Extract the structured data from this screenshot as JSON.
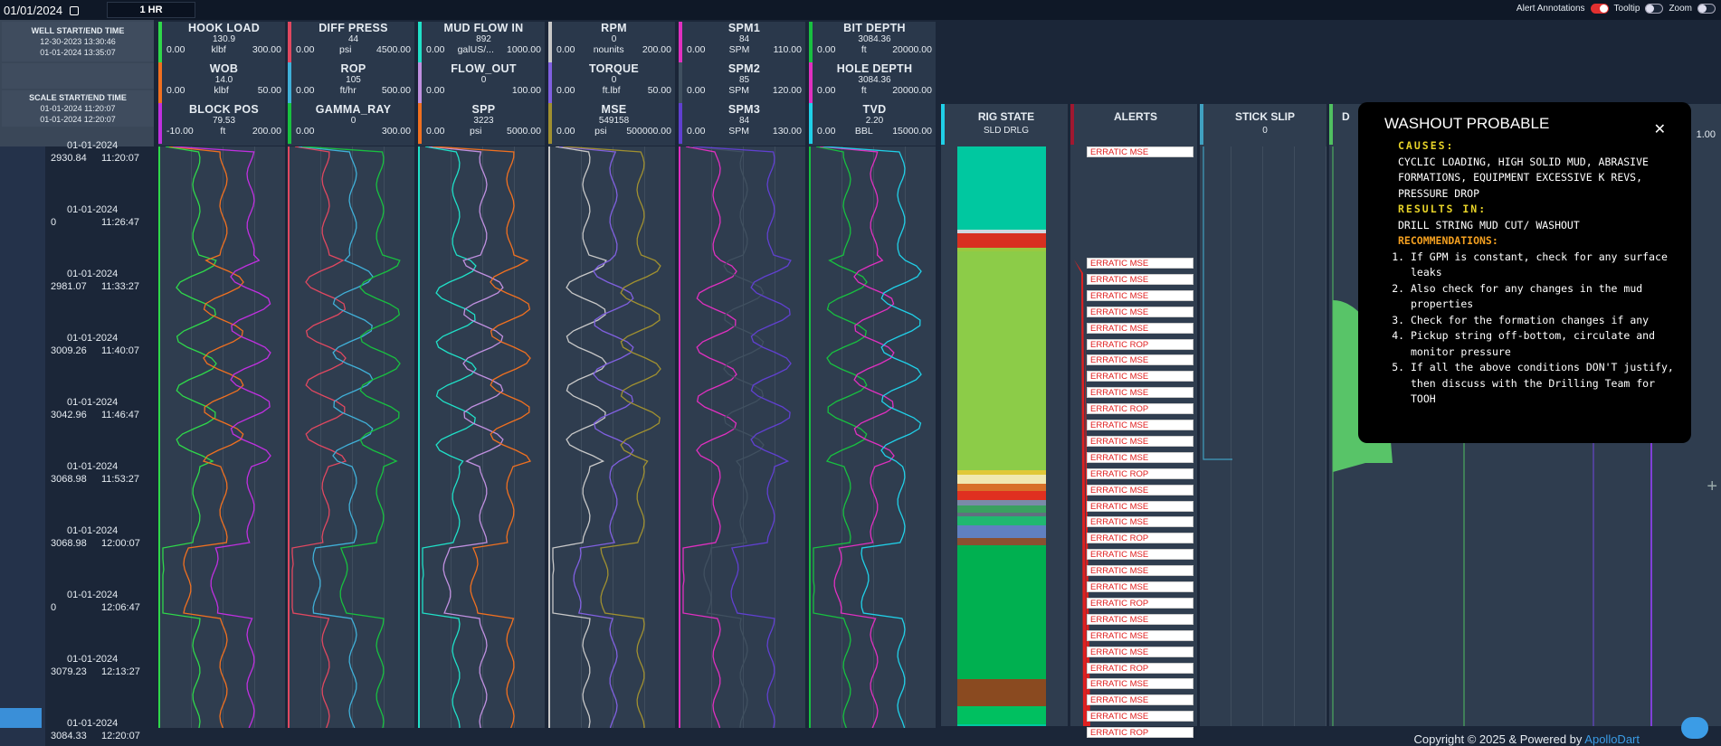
{
  "toolbar": {
    "date": "01/01/2024",
    "range": "1 HR",
    "toggles": [
      {
        "label": "Alert Annotations",
        "on": true
      },
      {
        "label": "Tooltip",
        "on": false
      },
      {
        "label": "Zoom",
        "on": false
      }
    ]
  },
  "left": {
    "well_title": "WELL START/END TIME",
    "well_start": "12-30-2023 13:30:46",
    "well_end": "01-01-2024 13:35:07",
    "scale_title": "SCALE START/END TIME",
    "scale_start": "01-01-2024 11:20:07",
    "scale_end": "01-01-2024 12:20:07"
  },
  "tracks": [
    {
      "color": "#2fd84a",
      "bars": [
        "#2fd84a",
        "#f07020",
        "#c030e0"
      ],
      "items": [
        {
          "name": "HOOK LOAD",
          "value": "130.9",
          "min": "0.00",
          "unit": "klbf",
          "max": "300.00"
        },
        {
          "name": "WOB",
          "value": "14.0",
          "min": "0.00",
          "unit": "klbf",
          "max": "50.00"
        },
        {
          "name": "BLOCK POS",
          "value": "79.53",
          "min": "-10.00",
          "unit": "ft",
          "max": "200.00"
        }
      ]
    },
    {
      "color": "#e04860",
      "bars": [
        "#e04860",
        "#40b0d8",
        "#18c040"
      ],
      "items": [
        {
          "name": "DIFF PRESS",
          "value": "44",
          "min": "0.00",
          "unit": "psi",
          "max": "4500.00"
        },
        {
          "name": "ROP",
          "value": "105",
          "min": "0.00",
          "unit": "ft/hr",
          "max": "500.00"
        },
        {
          "name": "GAMMA_RAY",
          "value": "0",
          "min": "0.00",
          "unit": "",
          "max": "300.00"
        }
      ]
    },
    {
      "color": "#20e0c8",
      "bars": [
        "#20e0c8",
        "#c090e0",
        "#f07020"
      ],
      "items": [
        {
          "name": "MUD FLOW IN",
          "value": "892",
          "min": "0.00",
          "unit": "galUS/...",
          "max": "1000.00"
        },
        {
          "name": "FLOW_OUT",
          "value": "0",
          "min": "0.00",
          "unit": "",
          "max": "100.00"
        },
        {
          "name": "SPP",
          "value": "3223",
          "min": "0.00",
          "unit": "psi",
          "max": "5000.00"
        }
      ]
    },
    {
      "color": "#c8c8c8",
      "bars": [
        "#c8c8c8",
        "#8060e0",
        "#a09030"
      ],
      "items": [
        {
          "name": "RPM",
          "value": "0",
          "min": "0.00",
          "unit": "nounits",
          "max": "200.00"
        },
        {
          "name": "TORQUE",
          "value": "0",
          "min": "0.00",
          "unit": "ft.lbf",
          "max": "50.00"
        },
        {
          "name": "MSE",
          "value": "549158",
          "min": "0.00",
          "unit": "psi",
          "max": "500000.00"
        }
      ]
    },
    {
      "color": "#e030c0",
      "bars": [
        "#e030c0",
        "#405060",
        "#6040d0"
      ],
      "items": [
        {
          "name": "SPM1",
          "value": "84",
          "min": "0.00",
          "unit": "SPM",
          "max": "110.00"
        },
        {
          "name": "SPM2",
          "value": "85",
          "min": "0.00",
          "unit": "SPM",
          "max": "120.00"
        },
        {
          "name": "SPM3",
          "value": "84",
          "min": "0.00",
          "unit": "SPM",
          "max": "130.00"
        }
      ]
    },
    {
      "color": "#18c040",
      "bars": [
        "#18c040",
        "#e030c0",
        "#20d0e8"
      ],
      "items": [
        {
          "name": "BIT DEPTH",
          "value": "3084.36",
          "min": "0.00",
          "unit": "ft",
          "max": "20000.00"
        },
        {
          "name": "HOLE DEPTH",
          "value": "3084.36",
          "min": "0.00",
          "unit": "ft",
          "max": "20000.00"
        },
        {
          "name": "TVD",
          "value": "2.20",
          "min": "0.00",
          "unit": "BBL",
          "max": "15000.00"
        }
      ]
    }
  ],
  "timestamps": [
    {
      "date": "01-01-2024",
      "depth": "2930.84",
      "time": "11:20:07"
    },
    {
      "date": "01-01-2024",
      "depth": "0",
      "time": "11:26:47"
    },
    {
      "date": "01-01-2024",
      "depth": "2981.07",
      "time": "11:33:27"
    },
    {
      "date": "01-01-2024",
      "depth": "3009.26",
      "time": "11:40:07"
    },
    {
      "date": "01-01-2024",
      "depth": "3042.96",
      "time": "11:46:47"
    },
    {
      "date": "01-01-2024",
      "depth": "3068.98",
      "time": "11:53:27"
    },
    {
      "date": "01-01-2024",
      "depth": "3068.98",
      "time": "12:00:07"
    },
    {
      "date": "01-01-2024",
      "depth": "0",
      "time": "12:06:47"
    },
    {
      "date": "01-01-2024",
      "depth": "3079.23",
      "time": "12:13:27"
    },
    {
      "date": "01-01-2024",
      "depth": "3084.33",
      "time": "12:20:07"
    }
  ],
  "rig": {
    "title": "RIG STATE",
    "value": "SLD DRLG"
  },
  "alerts": {
    "title": "ALERTS",
    "items": [
      "ERRATIC MSE",
      "ERRATIC MSE",
      "ERRATIC MSE",
      "ERRATIC MSE",
      "ERRATIC MSE",
      "ERRATIC MSE",
      "ERRATIC ROP",
      "ERRATIC MSE",
      "ERRATIC MSE",
      "ERRATIC MSE",
      "ERRATIC ROP",
      "ERRATIC MSE",
      "ERRATIC MSE",
      "ERRATIC MSE",
      "ERRATIC ROP",
      "ERRATIC MSE",
      "ERRATIC MSE",
      "ERRATIC MSE",
      "ERRATIC ROP",
      "ERRATIC MSE",
      "ERRATIC MSE",
      "ERRATIC MSE",
      "ERRATIC ROP",
      "ERRATIC MSE",
      "ERRATIC MSE",
      "ERRATIC MSE",
      "ERRATIC ROP",
      "ERRATIC MSE",
      "ERRATIC MSE",
      "ERRATIC MSE",
      "ERRATIC ROP"
    ]
  },
  "stick": {
    "title": "STICK SLIP",
    "value": "0"
  },
  "partial_head": {
    "letter": "D",
    "value": "1.00"
  },
  "popup": {
    "title": "WASHOUT PROBABLE",
    "causes_label": "CAUSES:",
    "causes": "CYCLIC LOADING, HIGH SOLID MUD, ABRASIVE FORMATIONS, EQUIPMENT EXCESSIVE K REVS, PRESSURE DROP",
    "results_label": "RESULTS IN:",
    "results": "DRILL STRING MUD CUT/ WASHOUT",
    "rec_label": "RECOMMENDATIONS:",
    "recs": [
      "If GPM is constant, check for any surface leaks",
      "Also check for any changes in the mud properties",
      "Check for the formation changes if any",
      "Pickup string off-bottom, circulate and monitor pressure",
      "If all the above conditions DON'T justify, then discuss with the Drilling Team for TOOH"
    ]
  },
  "footer": {
    "text": "Copyright © 2025 & Powered by ",
    "brand": "ApolloDart"
  }
}
